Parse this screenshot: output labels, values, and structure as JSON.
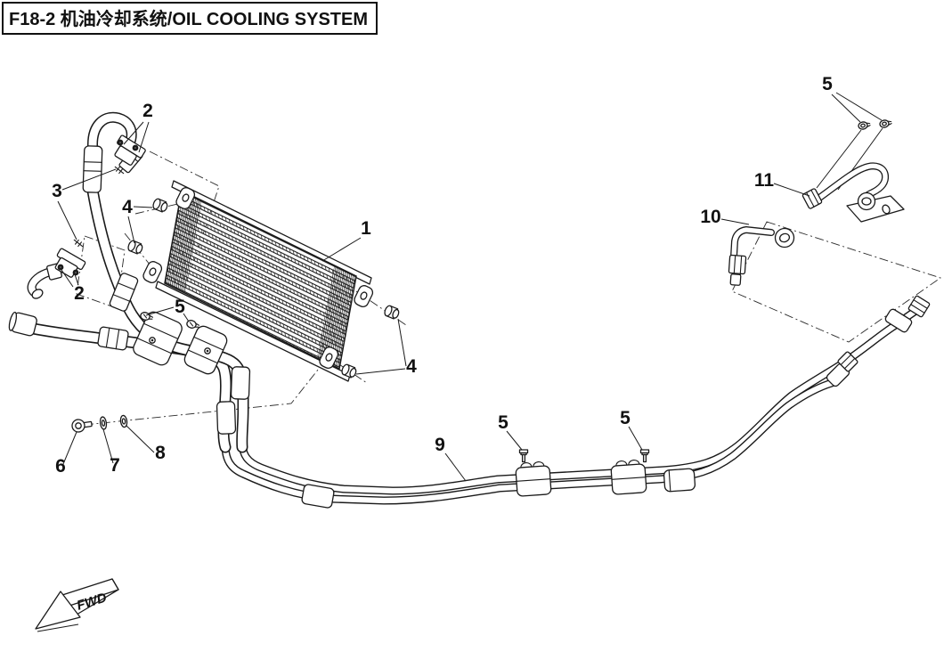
{
  "title": "F18-2 机油冷却系统/OIL COOLING SYSTEM",
  "fwd_label": "FWD",
  "colors": {
    "line": "#1a1a1a",
    "background": "#ffffff"
  },
  "callouts": {
    "c1": {
      "label": "1"
    },
    "c2_top": {
      "label": "2"
    },
    "c2_side": {
      "label": "2"
    },
    "c3": {
      "label": "3"
    },
    "c4_left": {
      "label": "4"
    },
    "c4_right": {
      "label": "4"
    },
    "c5_cooler": {
      "label": "5"
    },
    "c5_pipe_l": {
      "label": "5"
    },
    "c5_pipe_r": {
      "label": "5"
    },
    "c5_top": {
      "label": "5"
    },
    "c6": {
      "label": "6"
    },
    "c7": {
      "label": "7"
    },
    "c8": {
      "label": "8"
    },
    "c9": {
      "label": "9"
    },
    "c10": {
      "label": "10"
    },
    "c11": {
      "label": "11"
    }
  }
}
